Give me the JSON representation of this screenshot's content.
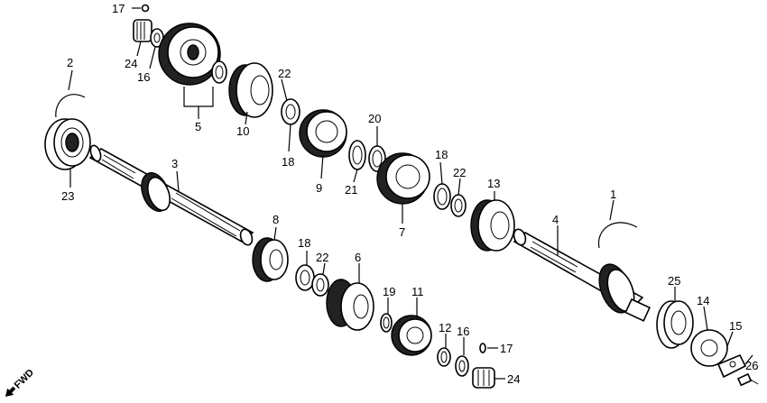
{
  "diagram": {
    "fwd_label": "FWD",
    "callouts": [
      {
        "id": "c17a",
        "text": "17"
      },
      {
        "id": "c24a",
        "text": "24"
      },
      {
        "id": "c16a",
        "text": "16"
      },
      {
        "id": "c5",
        "text": "5"
      },
      {
        "id": "c10",
        "text": "10"
      },
      {
        "id": "c22a",
        "text": "22"
      },
      {
        "id": "c18a",
        "text": "18"
      },
      {
        "id": "c9",
        "text": "9"
      },
      {
        "id": "c20",
        "text": "20"
      },
      {
        "id": "c21",
        "text": "21"
      },
      {
        "id": "c18b",
        "text": "18"
      },
      {
        "id": "c22b",
        "text": "22"
      },
      {
        "id": "c7",
        "text": "7"
      },
      {
        "id": "c13",
        "text": "13"
      },
      {
        "id": "c2",
        "text": "2"
      },
      {
        "id": "c23",
        "text": "23"
      },
      {
        "id": "c3",
        "text": "3"
      },
      {
        "id": "c8",
        "text": "8"
      },
      {
        "id": "c18c",
        "text": "18"
      },
      {
        "id": "c22c",
        "text": "22"
      },
      {
        "id": "c6",
        "text": "6"
      },
      {
        "id": "c19",
        "text": "19"
      },
      {
        "id": "c11",
        "text": "11"
      },
      {
        "id": "c12",
        "text": "12"
      },
      {
        "id": "c16b",
        "text": "16"
      },
      {
        "id": "c17b",
        "text": "17"
      },
      {
        "id": "c24b",
        "text": "24"
      },
      {
        "id": "c1",
        "text": "1"
      },
      {
        "id": "c4",
        "text": "4"
      },
      {
        "id": "c25",
        "text": "25"
      },
      {
        "id": "c14",
        "text": "14"
      },
      {
        "id": "c15",
        "text": "15"
      },
      {
        "id": "c26",
        "text": "26"
      }
    ]
  }
}
